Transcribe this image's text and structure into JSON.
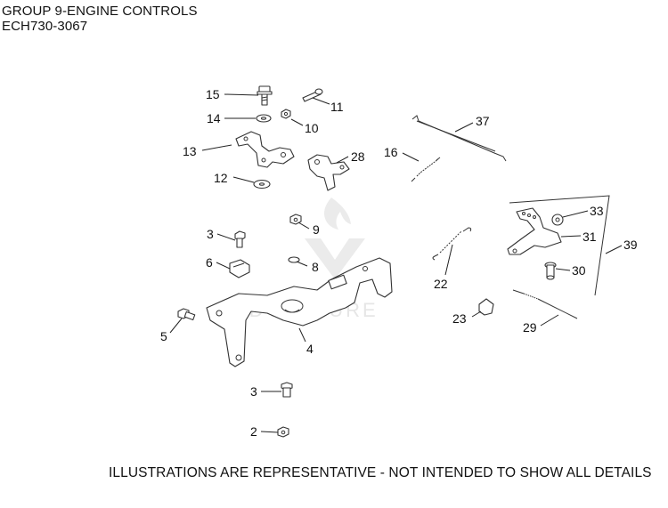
{
  "header": {
    "line1": "GROUP 9-ENGINE CONTROLS",
    "line2": "ECH730-3067"
  },
  "footer": {
    "disclaimer": "ILLUSTRATIONS ARE REPRESENTATIVE - NOT INTENDED TO SHOW ALL DETAILS"
  },
  "watermark": {
    "text": "ADVENTURE"
  },
  "callouts": {
    "p15": "15",
    "p11": "11",
    "p14": "14",
    "p10": "10",
    "p13": "13",
    "p28": "28",
    "p12": "12",
    "p37": "37",
    "p16": "16",
    "p3a": "3",
    "p9": "9",
    "p6": "6",
    "p8": "8",
    "p33": "33",
    "p31": "31",
    "p39": "39",
    "p30": "30",
    "p22": "22",
    "p5": "5",
    "p23": "23",
    "p29": "29",
    "p4": "4",
    "p3b": "3",
    "p2": "2"
  }
}
